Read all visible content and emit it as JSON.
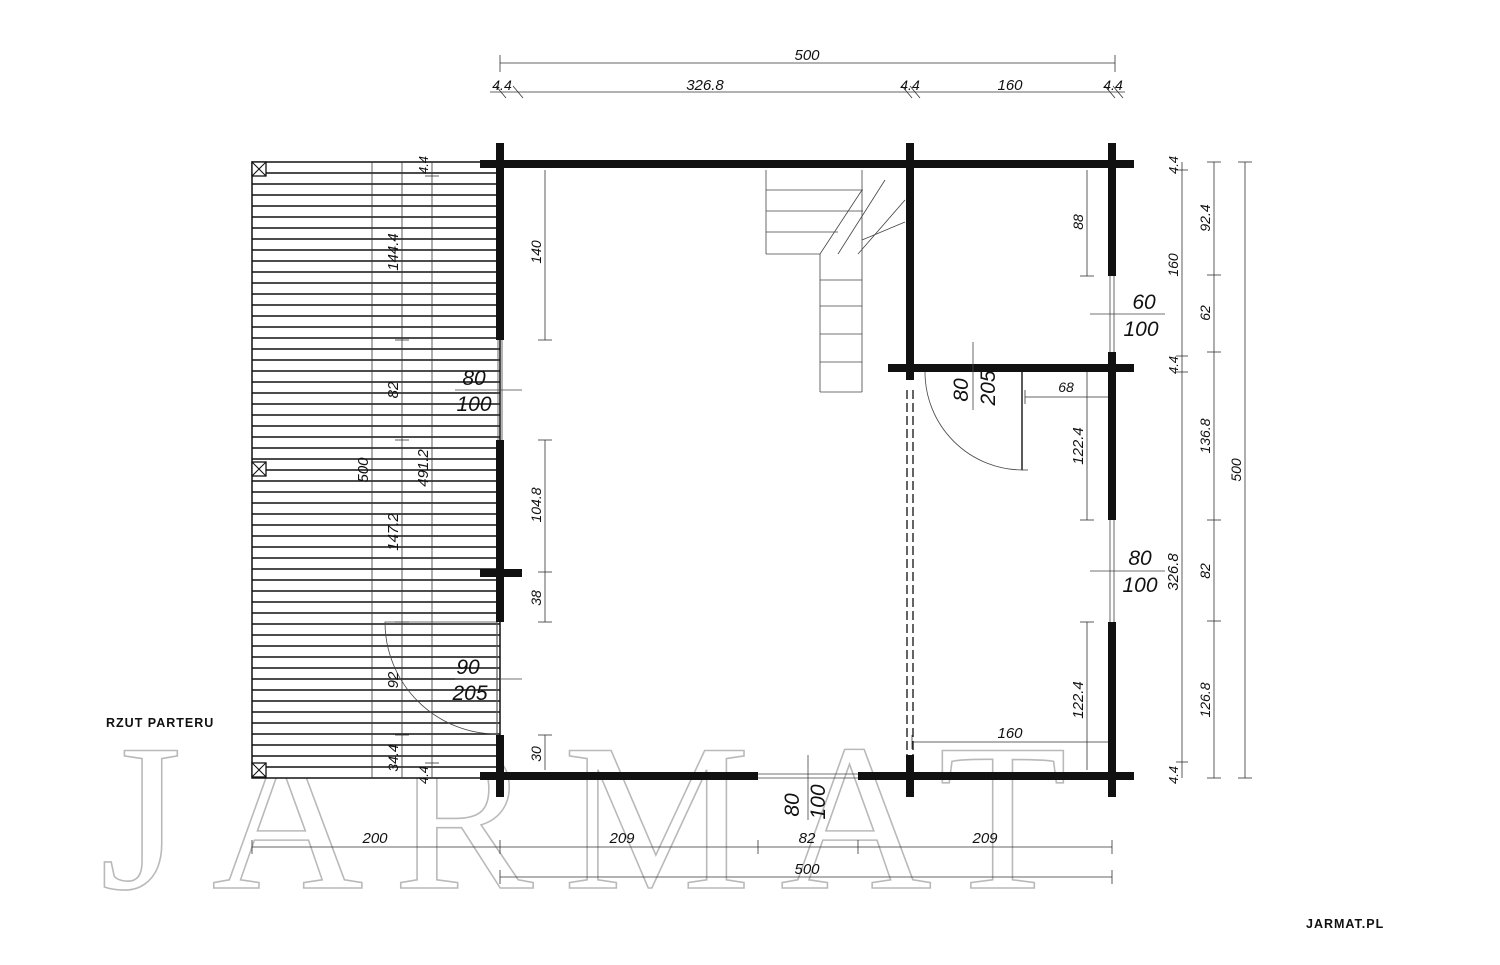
{
  "plan": {
    "title": "RZUT PARTERU",
    "website": "JARMAT.PL",
    "watermark": "JARMAT"
  },
  "dimensions": {
    "top_total": "500",
    "top_segments": [
      "4.4",
      "326.8",
      "4.4",
      "160",
      "4.4"
    ],
    "bottom_segments": [
      "200",
      "209",
      "82",
      "209"
    ],
    "bottom_total": "500",
    "right_inner": [
      "4.4",
      "160",
      "4.4",
      "326.8",
      "4.4"
    ],
    "right_middle": [
      "92.4",
      "62",
      "136.8",
      "82",
      "126.8"
    ],
    "right_total": "500",
    "terrace_inner": [
      "4.4",
      "144.4",
      "82",
      "147.2",
      "92",
      "34.4",
      "4.4"
    ],
    "terrace_span": "491.2",
    "terrace_total": "500",
    "living_left": [
      "140",
      "104.8",
      "38",
      "30"
    ],
    "bedroom_top": "68",
    "bedroom_left": [
      "122.4",
      "122.4"
    ],
    "bedroom_bottom": "160",
    "room_small": "88"
  },
  "openings": {
    "window_left": {
      "width": "80",
      "height": "100"
    },
    "door_terrace": {
      "width": "90",
      "height": "205"
    },
    "window_bottom": {
      "width": "80",
      "height": "100"
    },
    "door_bedroom": {
      "width": "80",
      "height": "205"
    },
    "window_small_room": {
      "width": "60",
      "height": "100"
    },
    "window_bedroom": {
      "width": "80",
      "height": "100"
    }
  }
}
